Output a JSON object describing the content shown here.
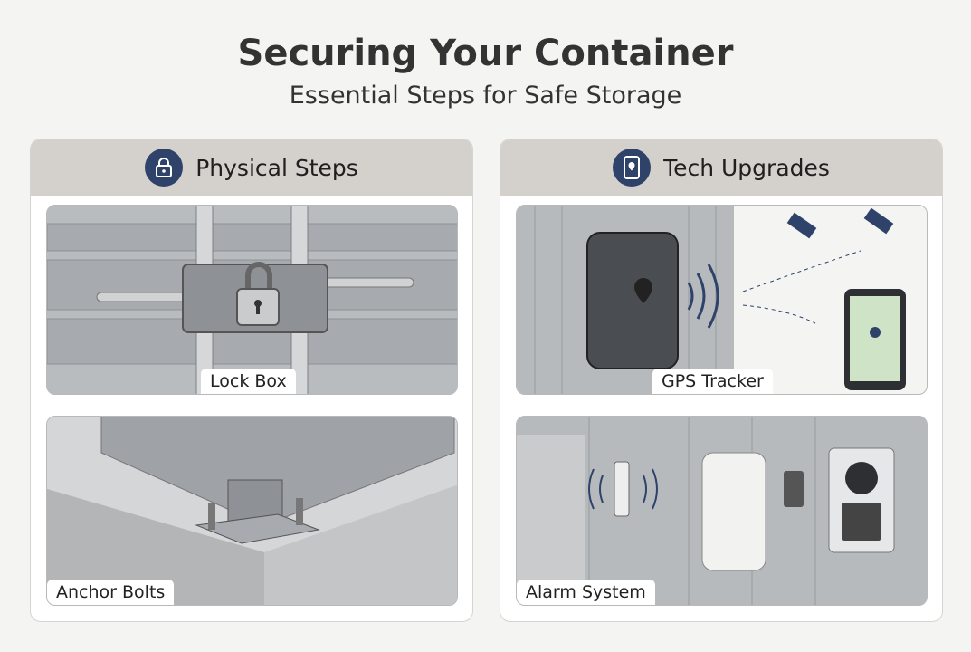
{
  "title": "Securing Your Container",
  "subtitle": "Essential Steps for Safe Storage",
  "panels": [
    {
      "title": "Physical Steps",
      "icon": "padlock-icon",
      "items": [
        {
          "label": "Lock Box"
        },
        {
          "label": "Anchor Bolts"
        }
      ]
    },
    {
      "title": "Tech Upgrades",
      "icon": "smartphone-location-icon",
      "items": [
        {
          "label": "GPS Tracker"
        },
        {
          "label": "Alarm System"
        }
      ]
    }
  ],
  "colors": {
    "accent": "#2f426a",
    "header": "#d4d1cc",
    "steel": "#a9acb0"
  }
}
